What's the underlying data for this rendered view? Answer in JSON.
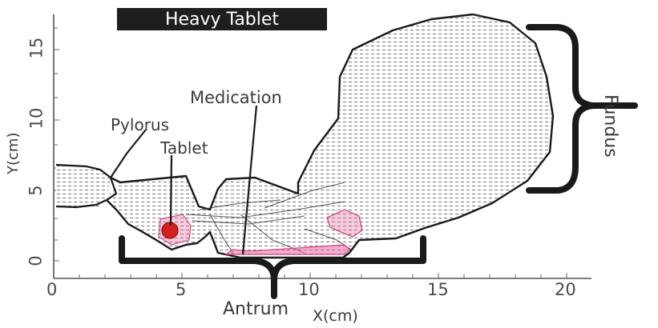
{
  "title": "Heavy Tablet",
  "labels": {
    "medication": "Medication",
    "pylorus": "Pylorus",
    "tablet": "Tablet",
    "antrum": "Antrum",
    "fundus": "Fundus"
  },
  "axes": {
    "xlabel": "X(cm)",
    "ylabel": "Y(cm)",
    "xticks": [
      "0",
      "5",
      "10",
      "15",
      "20"
    ],
    "yticks": [
      "0",
      "5",
      "10",
      "15"
    ]
  },
  "colors": {
    "outline": "#1a1a1a",
    "velocity_field": "#555555",
    "medication": "#e86aa0",
    "tablet": "#d62020",
    "title_bg": "#1e1e1e"
  }
}
